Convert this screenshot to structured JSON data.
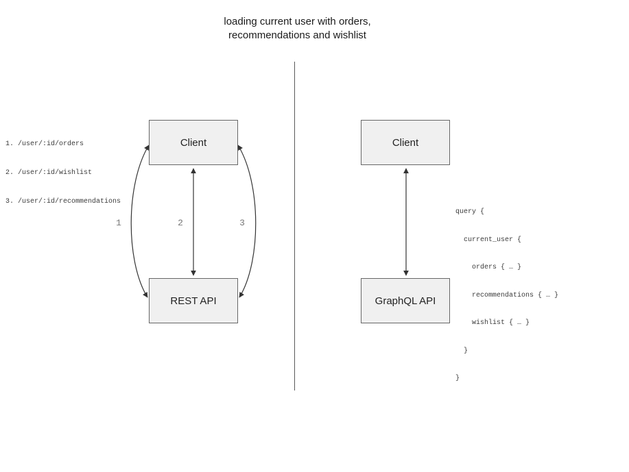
{
  "title": "loading current user with orders,\nrecommendations and wishlist",
  "rest_panel": {
    "endpoints": [
      "1. /user/:id/orders",
      "2. /user/:id/wishlist",
      "3. /user/:id/recommendations"
    ],
    "client_label": "Client",
    "api_label": "REST API",
    "arrow_labels": [
      "1",
      "2",
      "3"
    ]
  },
  "graphql_panel": {
    "client_label": "Client",
    "api_label": "GraphQL API",
    "query_lines": [
      "query {",
      "  current_user {",
      "    orders { … }",
      "    recommendations { … }",
      "    wishlist { … }",
      "  }",
      "}"
    ]
  },
  "colors": {
    "box_fill": "#f0f0f0",
    "box_border": "#666666",
    "arrow": "#333333",
    "divider": "#595959",
    "code_text": "#3a3a3a",
    "arrow_label_text": "#777777"
  }
}
